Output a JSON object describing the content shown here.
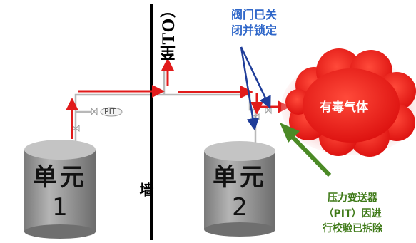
{
  "tank1": {
    "name": "单元",
    "number": "1"
  },
  "tank2": {
    "name": "单元",
    "number": "2"
  },
  "pit_label": "PIT",
  "wall_label": "墙",
  "destination_label": "至TO）",
  "valve_note": [
    "阀门已关",
    "闭并锁定"
  ],
  "gas_label": "有毒气体",
  "pit_note": [
    "压力变送器",
    "（PIT）因进",
    "行校验已拆除"
  ],
  "colors": {
    "flow_arrow": "#e11b1b",
    "pipe": "#b8b8b8",
    "wall": "#000000",
    "tank_fill": "#8d8d8d",
    "gas_cloud": "#ee1111",
    "callout_blue": "#2e66c9",
    "callout_green": "#4b8a26"
  }
}
